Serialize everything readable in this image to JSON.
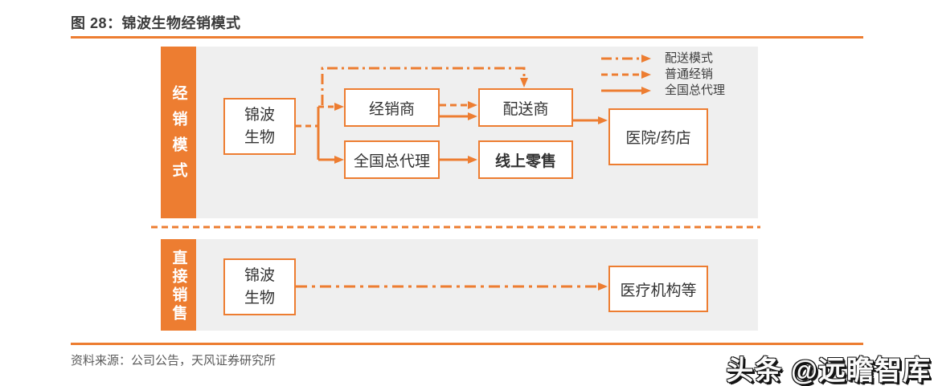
{
  "title": "图 28：锦波生物经销模式",
  "legend": [
    {
      "label": "配送模式",
      "style": "dash-dot"
    },
    {
      "label": "普通经销",
      "style": "dashed"
    },
    {
      "label": "全国总代理",
      "style": "solid"
    }
  ],
  "section_distribution": {
    "bar_label": "经销模式",
    "company": "锦波生物",
    "distributor": "经销商",
    "delivery_provider": "配送商",
    "national_agent": "全国总代理",
    "online_retail": "线上零售",
    "hospital_pharmacy": "医院/药店"
  },
  "section_direct": {
    "bar_label": "直接销售",
    "company": "锦波生物",
    "medical_institutions": "医疗机构等"
  },
  "footer": {
    "source": "资料来源：公司公告，天风证券研究所"
  },
  "watermark": "头条 @远瞻智库",
  "colors": {
    "accent": "#ED7D31",
    "panel": "#EFEFEF"
  }
}
